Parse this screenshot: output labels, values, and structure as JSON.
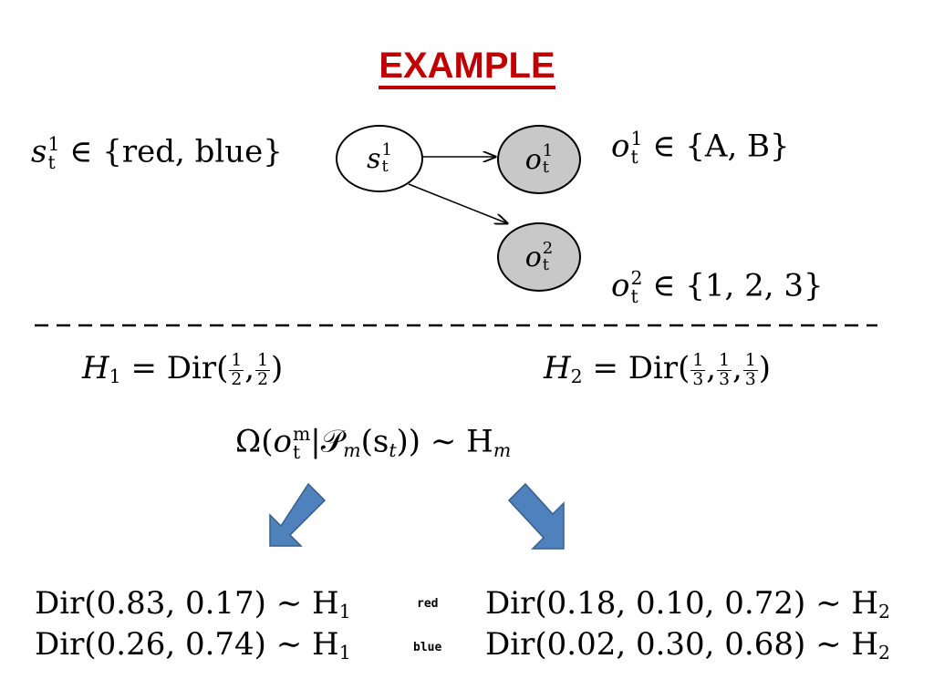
{
  "title": "EXAMPLE",
  "hidden": {
    "state_var": "s",
    "state_sup": "1",
    "state_sub": "t",
    "state_domain": "∈ {red, blue}",
    "obs1_var": "o",
    "obs1_sup": "1",
    "obs1_sub": "t",
    "obs1_domain": "∈ {A, B}",
    "obs2_var": "o",
    "obs2_sup": "2",
    "obs2_sub": "t",
    "obs2_domain": "∈ {1, 2, 3}"
  },
  "nodes": [
    {
      "id": "s1",
      "label": "s",
      "sup": "1",
      "sub": "t",
      "fill": "#ffffff"
    },
    {
      "id": "o1",
      "label": "o",
      "sup": "1",
      "sub": "t",
      "fill": "#c8c8c8"
    },
    {
      "id": "o2",
      "label": "o",
      "sup": "2",
      "sub": "t",
      "fill": "#c8c8c8"
    }
  ],
  "priors": {
    "h1_lhs": "H",
    "h1_sub": "1",
    "h1_rhs": "= Dir(",
    "h1_num": "1",
    "h1_den": "2",
    "h2_lhs": "H",
    "h2_sub": "2",
    "h2_rhs": "= Dir(",
    "h2_num": "1",
    "h2_den": "3",
    "omega_prefix": "Ω(",
    "omega_o": "o",
    "omega_sup": "m",
    "omega_sub": "t",
    "omega_mid": "|",
    "omega_p": "𝒫",
    "omega_psub": "m",
    "omega_arg": "(s",
    "omega_argsub": "t",
    "omega_close": ")) ∼ H",
    "omega_hsub": "m"
  },
  "samples": {
    "red_tag": "red",
    "blue_tag": "blue",
    "rows": [
      {
        "left": "Dir(0.83, 0.17) ∼ H",
        "left_sub": "1",
        "right": "Dir(0.18, 0.10, 0.72) ∼ H",
        "right_sub": "2"
      },
      {
        "left": "Dir(0.26, 0.74) ∼ H",
        "left_sub": "1",
        "right": "Dir(0.02, 0.30, 0.68) ∼ H",
        "right_sub": "2"
      }
    ]
  },
  "colors": {
    "title": "#c00000",
    "arrow": "#4f81bd",
    "arrow_border": "#385d8a",
    "observed_fill": "#c8c8c8"
  }
}
